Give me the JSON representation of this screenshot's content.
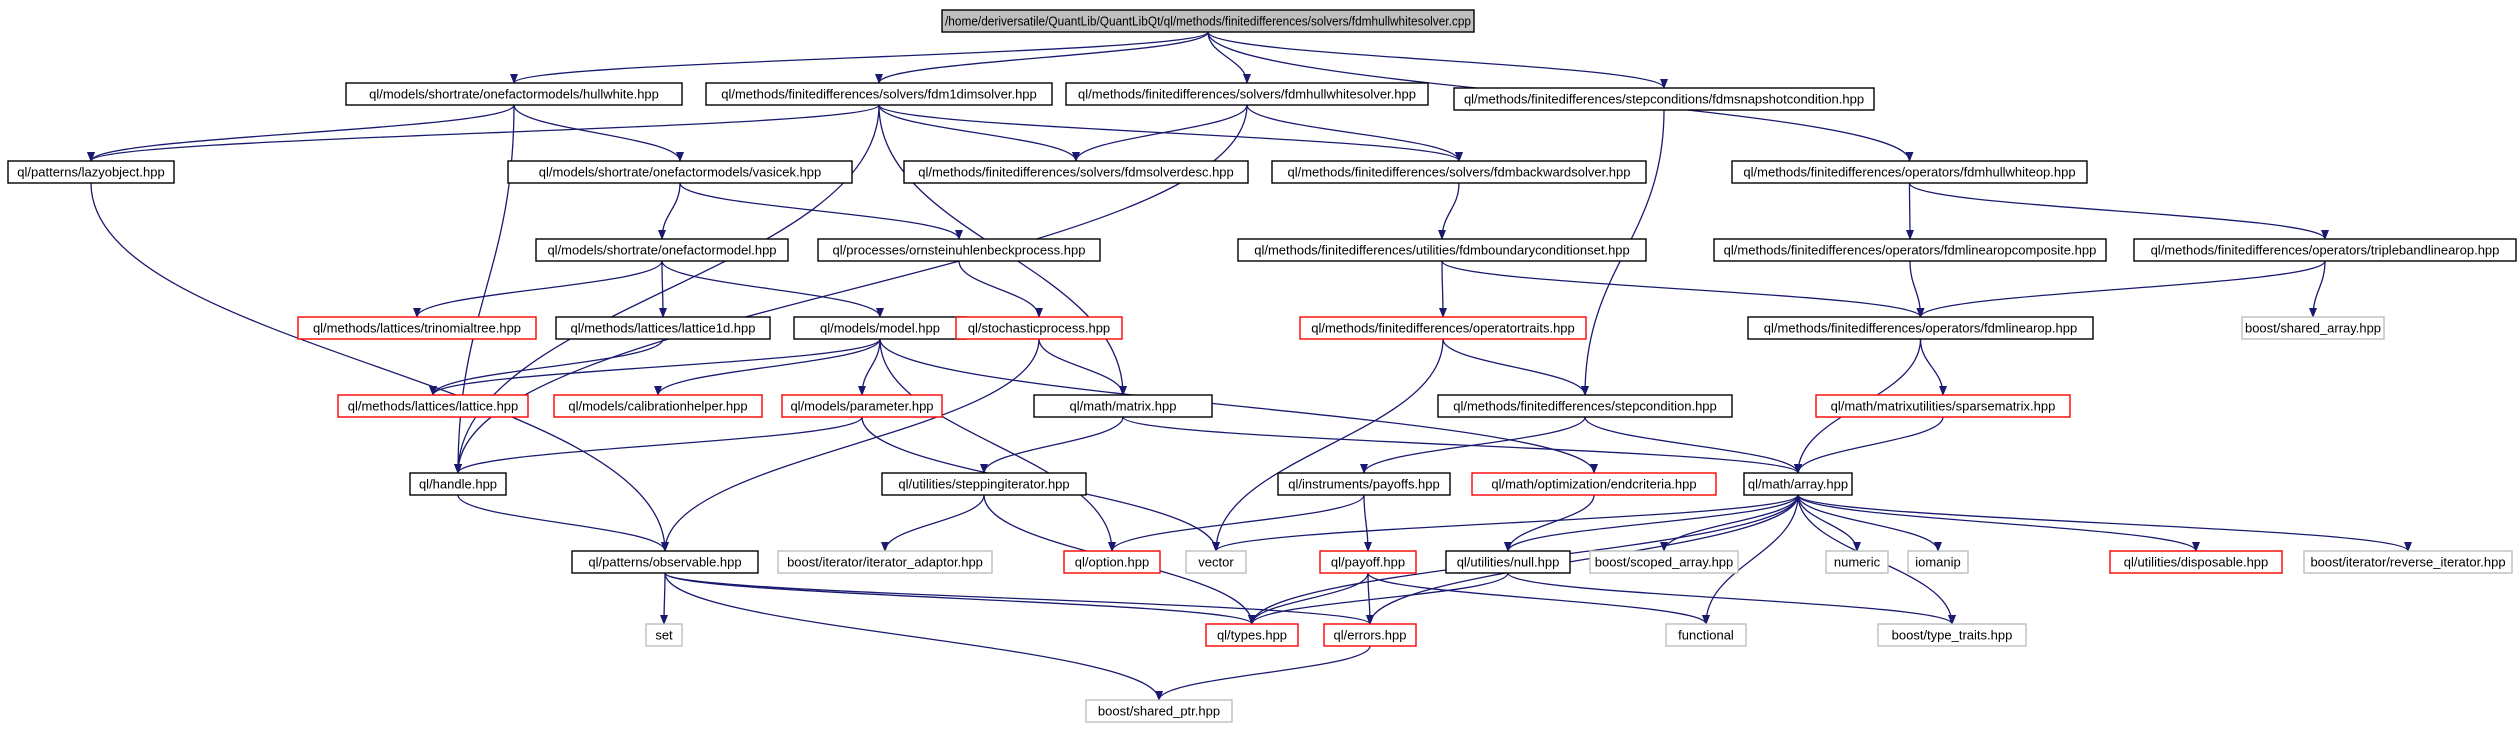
{
  "nodes": [
    {
      "id": "root",
      "label": "/home/deriversatile/QuantLib/QuantLibQt/ql/methods/finitedifferences/solvers/fdmhullwhitesolver.cpp",
      "kind": "root"
    },
    {
      "id": "hullwhite",
      "label": "ql/models/shortrate/onefactormodels/hullwhite.hpp",
      "kind": "normal"
    },
    {
      "id": "fdm1d",
      "label": "ql/methods/finitedifferences/solvers/fdm1dimsolver.hpp",
      "kind": "normal"
    },
    {
      "id": "fdmhwsolver",
      "label": "ql/methods/finitedifferences/solvers/fdmhullwhitesolver.hpp",
      "kind": "normal"
    },
    {
      "id": "snapshot",
      "label": "ql/methods/finitedifferences/stepconditions/fdmsnapshotcondition.hpp",
      "kind": "normal"
    },
    {
      "id": "lazyobject",
      "label": "ql/patterns/lazyobject.hpp",
      "kind": "normal"
    },
    {
      "id": "vasicek",
      "label": "ql/models/shortrate/onefactormodels/vasicek.hpp",
      "kind": "normal"
    },
    {
      "id": "solverdesc",
      "label": "ql/methods/finitedifferences/solvers/fdmsolverdesc.hpp",
      "kind": "normal"
    },
    {
      "id": "backward",
      "label": "ql/methods/finitedifferences/solvers/fdmbackwardsolver.hpp",
      "kind": "normal"
    },
    {
      "id": "hwop",
      "label": "ql/methods/finitedifferences/operators/fdmhullwhiteop.hpp",
      "kind": "normal"
    },
    {
      "id": "onefactor",
      "label": "ql/models/shortrate/onefactormodel.hpp",
      "kind": "normal"
    },
    {
      "id": "ornstein",
      "label": "ql/processes/ornsteinuhlenbeckprocess.hpp",
      "kind": "normal"
    },
    {
      "id": "boundary",
      "label": "ql/methods/finitedifferences/utilities/fdmboundaryconditionset.hpp",
      "kind": "normal"
    },
    {
      "id": "composite",
      "label": "ql/methods/finitedifferences/operators/fdmlinearopcomposite.hpp",
      "kind": "normal"
    },
    {
      "id": "triple",
      "label": "ql/methods/finitedifferences/operators/triplebandlinearop.hpp",
      "kind": "normal"
    },
    {
      "id": "trinomial",
      "label": "ql/methods/lattices/trinomialtree.hpp",
      "kind": "missing"
    },
    {
      "id": "lattice1d",
      "label": "ql/methods/lattices/lattice1d.hpp",
      "kind": "normal"
    },
    {
      "id": "model",
      "label": "ql/models/model.hpp",
      "kind": "normal"
    },
    {
      "id": "stochastic",
      "label": "ql/stochasticprocess.hpp",
      "kind": "missing"
    },
    {
      "id": "optraits",
      "label": "ql/methods/finitedifferences/operatortraits.hpp",
      "kind": "missing"
    },
    {
      "id": "fdmlinearop",
      "label": "ql/methods/finitedifferences/operators/fdmlinearop.hpp",
      "kind": "normal"
    },
    {
      "id": "sharedarray",
      "label": "boost/shared_array.hpp",
      "kind": "external"
    },
    {
      "id": "lattice",
      "label": "ql/methods/lattices/lattice.hpp",
      "kind": "missing"
    },
    {
      "id": "calibration",
      "label": "ql/models/calibrationhelper.hpp",
      "kind": "missing"
    },
    {
      "id": "parameter",
      "label": "ql/models/parameter.hpp",
      "kind": "missing"
    },
    {
      "id": "matrix",
      "label": "ql/math/matrix.hpp",
      "kind": "normal"
    },
    {
      "id": "stepcond",
      "label": "ql/methods/finitedifferences/stepcondition.hpp",
      "kind": "normal"
    },
    {
      "id": "sparse",
      "label": "ql/math/matrixutilities/sparsematrix.hpp",
      "kind": "missing"
    },
    {
      "id": "handle",
      "label": "ql/handle.hpp",
      "kind": "normal"
    },
    {
      "id": "stepiter",
      "label": "ql/utilities/steppingiterator.hpp",
      "kind": "normal"
    },
    {
      "id": "payoffs",
      "label": "ql/instruments/payoffs.hpp",
      "kind": "normal"
    },
    {
      "id": "endcriteria",
      "label": "ql/math/optimization/endcriteria.hpp",
      "kind": "missing"
    },
    {
      "id": "array",
      "label": "ql/math/array.hpp",
      "kind": "normal"
    },
    {
      "id": "observable",
      "label": "ql/patterns/observable.hpp",
      "kind": "normal"
    },
    {
      "id": "iteradaptor",
      "label": "boost/iterator/iterator_adaptor.hpp",
      "kind": "external"
    },
    {
      "id": "option",
      "label": "ql/option.hpp",
      "kind": "missing"
    },
    {
      "id": "vector",
      "label": "vector",
      "kind": "external"
    },
    {
      "id": "payoff",
      "label": "ql/payoff.hpp",
      "kind": "missing"
    },
    {
      "id": "null",
      "label": "ql/utilities/null.hpp",
      "kind": "normal"
    },
    {
      "id": "scopedarray",
      "label": "boost/scoped_array.hpp",
      "kind": "external"
    },
    {
      "id": "numeric",
      "label": "numeric",
      "kind": "external"
    },
    {
      "id": "iomanip",
      "label": "iomanip",
      "kind": "external"
    },
    {
      "id": "disposable",
      "label": "ql/utilities/disposable.hpp",
      "kind": "missing"
    },
    {
      "id": "reviter",
      "label": "boost/iterator/reverse_iterator.hpp",
      "kind": "external"
    },
    {
      "id": "set",
      "label": "set",
      "kind": "external"
    },
    {
      "id": "types",
      "label": "ql/types.hpp",
      "kind": "missing"
    },
    {
      "id": "errors",
      "label": "ql/errors.hpp",
      "kind": "missing"
    },
    {
      "id": "functional",
      "label": "functional",
      "kind": "external"
    },
    {
      "id": "typetraits",
      "label": "boost/type_traits.hpp",
      "kind": "external"
    },
    {
      "id": "sharedptr",
      "label": "boost/shared_ptr.hpp",
      "kind": "external"
    }
  ],
  "edges": [
    [
      "root",
      "hullwhite"
    ],
    [
      "root",
      "fdm1d"
    ],
    [
      "root",
      "fdmhwsolver"
    ],
    [
      "root",
      "snapshot"
    ],
    [
      "root",
      "hwop"
    ],
    [
      "hullwhite",
      "vasicek"
    ],
    [
      "hullwhite",
      "lazyobject"
    ],
    [
      "hullwhite",
      "handle"
    ],
    [
      "fdm1d",
      "lazyobject"
    ],
    [
      "fdm1d",
      "solverdesc"
    ],
    [
      "fdm1d",
      "backward"
    ],
    [
      "fdm1d",
      "matrix"
    ],
    [
      "fdm1d",
      "handle"
    ],
    [
      "fdmhwsolver",
      "solverdesc"
    ],
    [
      "fdmhwsolver",
      "backward"
    ],
    [
      "fdmhwsolver",
      "handle"
    ],
    [
      "snapshot",
      "stepcond"
    ],
    [
      "lazyobject",
      "observable"
    ],
    [
      "vasicek",
      "onefactor"
    ],
    [
      "vasicek",
      "ornstein"
    ],
    [
      "backward",
      "boundary"
    ],
    [
      "hwop",
      "composite"
    ],
    [
      "hwop",
      "triple"
    ],
    [
      "onefactor",
      "trinomial"
    ],
    [
      "onefactor",
      "lattice1d"
    ],
    [
      "onefactor",
      "model"
    ],
    [
      "ornstein",
      "stochastic"
    ],
    [
      "boundary",
      "optraits"
    ],
    [
      "boundary",
      "fdmlinearop"
    ],
    [
      "composite",
      "fdmlinearop"
    ],
    [
      "triple",
      "fdmlinearop"
    ],
    [
      "triple",
      "sharedarray"
    ],
    [
      "lattice1d",
      "lattice"
    ],
    [
      "model",
      "lattice"
    ],
    [
      "model",
      "calibration"
    ],
    [
      "model",
      "parameter"
    ],
    [
      "model",
      "option"
    ],
    [
      "model",
      "endcriteria"
    ],
    [
      "stochastic",
      "matrix"
    ],
    [
      "stochastic",
      "observable"
    ],
    [
      "optraits",
      "stepcond"
    ],
    [
      "optraits",
      "vector"
    ],
    [
      "fdmlinearop",
      "sparse"
    ],
    [
      "fdmlinearop",
      "array"
    ],
    [
      "parameter",
      "handle"
    ],
    [
      "parameter",
      "vector"
    ],
    [
      "matrix",
      "stepiter"
    ],
    [
      "matrix",
      "array"
    ],
    [
      "stepcond",
      "payoffs"
    ],
    [
      "stepcond",
      "array"
    ],
    [
      "sparse",
      "array"
    ],
    [
      "handle",
      "observable"
    ],
    [
      "stepiter",
      "iteradaptor"
    ],
    [
      "stepiter",
      "types"
    ],
    [
      "payoffs",
      "option"
    ],
    [
      "payoffs",
      "payoff"
    ],
    [
      "endcriteria",
      "null"
    ],
    [
      "array",
      "types"
    ],
    [
      "array",
      "errors"
    ],
    [
      "array",
      "vector"
    ],
    [
      "array",
      "null"
    ],
    [
      "array",
      "scopedarray"
    ],
    [
      "array",
      "numeric"
    ],
    [
      "array",
      "iomanip"
    ],
    [
      "array",
      "disposable"
    ],
    [
      "array",
      "reviter"
    ],
    [
      "array",
      "functional"
    ],
    [
      "array",
      "typetraits"
    ],
    [
      "observable",
      "set"
    ],
    [
      "observable",
      "types"
    ],
    [
      "observable",
      "errors"
    ],
    [
      "observable",
      "sharedptr"
    ],
    [
      "payoff",
      "types"
    ],
    [
      "payoff",
      "errors"
    ],
    [
      "payoff",
      "functional"
    ],
    [
      "null",
      "types"
    ],
    [
      "null",
      "typetraits"
    ],
    [
      "errors",
      "sharedptr"
    ]
  ],
  "colors": {
    "edge": "#191970",
    "normal_border": "#000000",
    "missing_border": "#ff0000",
    "external_border": "#bfbfbf",
    "root_fill": "#bfbfbf",
    "node_fill": "#ffffff"
  }
}
